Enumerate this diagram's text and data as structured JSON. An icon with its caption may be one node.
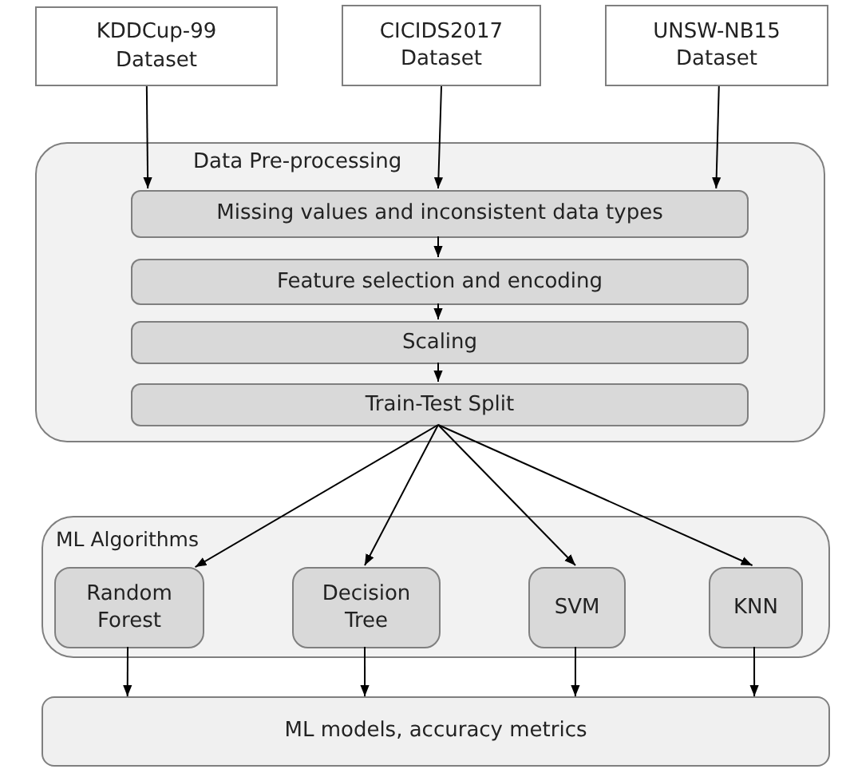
{
  "diagram": {
    "nodes": [
      {
        "text": [
          "KDDCup-99 Dataset"
        ]
      },
      {
        "text": [
          "CICIDS2017 Dataset"
        ]
      },
      {
        "text": [
          "UNSW-NB15 Dataset"
        ]
      },
      {
        "text": [
          "Data Pre-processing"
        ]
      },
      {
        "text": [
          "Missing values and inconsistent data types"
        ],
        "in": 3
      },
      {
        "text": [
          "Feature selection and encoding"
        ],
        "in": 3
      },
      {
        "text": [
          "Scaling"
        ],
        "in": 3
      },
      {
        "text": [
          "Train-Test Split"
        ],
        "in": 3
      },
      {
        "text": [
          "ML Algorithms"
        ]
      },
      {
        "text": [
          "Random Forest"
        ],
        "in": 8
      },
      {
        "text": [
          "Decision Tree"
        ],
        "in": 8
      },
      {
        "text": [
          "SVM"
        ],
        "in": 8
      },
      {
        "text": [
          "KNN"
        ],
        "in": 8
      },
      {
        "text": [
          "ML models, accuracy metrics"
        ]
      }
    ],
    "edges": [
      {
        "from": 0,
        "to": 4,
        "arrow": "to"
      },
      {
        "from": 1,
        "to": 4,
        "arrow": "to"
      },
      {
        "from": 2,
        "to": 4,
        "arrow": "to"
      },
      {
        "from": 4,
        "to": 5,
        "arrow": "to"
      },
      {
        "from": 5,
        "to": 6,
        "arrow": "to"
      },
      {
        "from": 6,
        "to": 7,
        "arrow": "to"
      },
      {
        "from": 7,
        "to": 9,
        "arrow": "to"
      },
      {
        "from": 7,
        "to": 10,
        "arrow": "to"
      },
      {
        "from": 7,
        "to": 11,
        "arrow": "to"
      },
      {
        "from": 7,
        "to": 12,
        "arrow": "to"
      },
      {
        "from": 9,
        "to": 13,
        "arrow": "to"
      },
      {
        "from": 10,
        "to": 13,
        "arrow": "to"
      },
      {
        "from": 11,
        "to": 13,
        "arrow": "to"
      },
      {
        "from": 12,
        "to": 13,
        "arrow": "to"
      }
    ]
  }
}
